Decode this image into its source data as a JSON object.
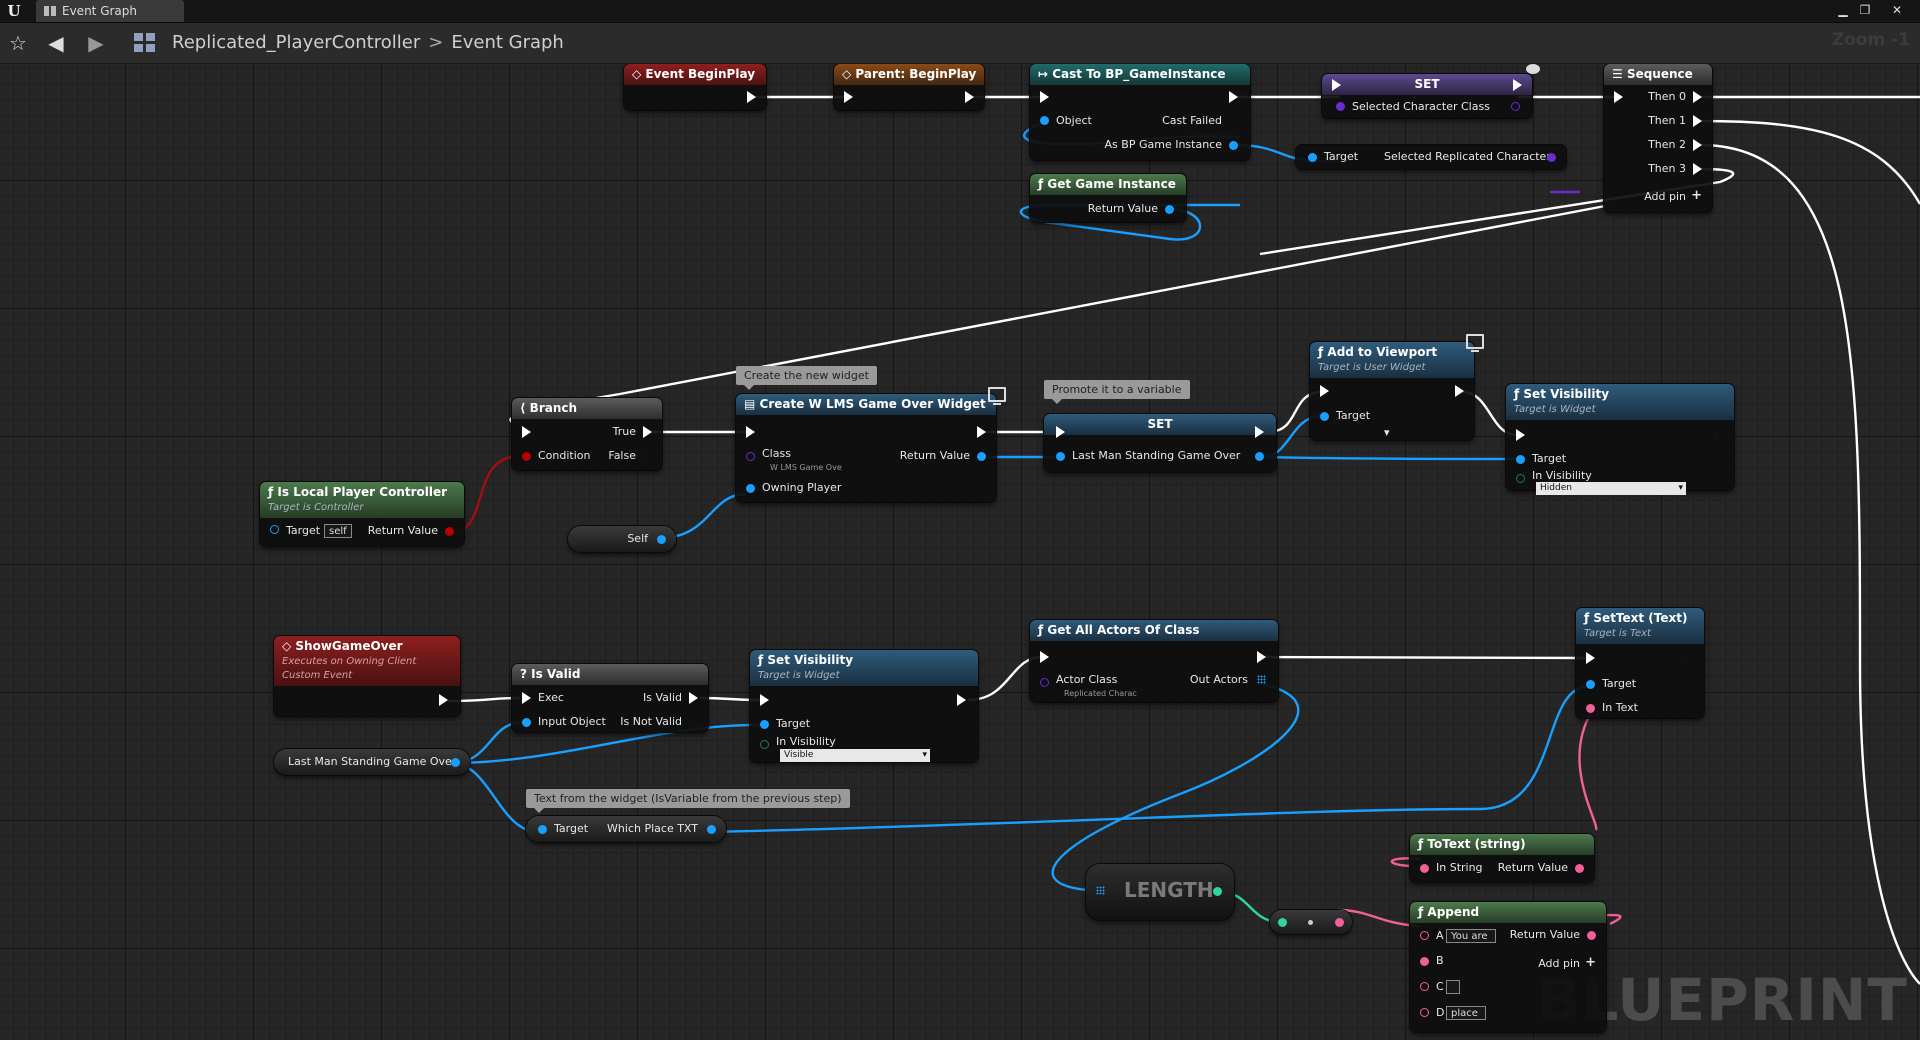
{
  "window": {
    "tab_label": "Event Graph",
    "logo": "U",
    "controls": [
      "minimize-icon",
      "restore-icon",
      "close-icon"
    ]
  },
  "toolbar": {
    "breadcrumb": [
      "Replicated_PlayerController",
      "Event Graph"
    ],
    "zoom": "Zoom -1",
    "icons": [
      "star-icon",
      "back-arrow-icon",
      "forward-arrow-icon",
      "graph-icon"
    ]
  },
  "watermark": "BLUEPRINT",
  "comments": {
    "create_widget": "Create the new widget",
    "promote": "Promote it to a variable",
    "text_from_widget": "Text from the widget (IsVariable from the previous step)"
  },
  "nodes": {
    "event_beginplay": {
      "title": "Event BeginPlay"
    },
    "parent_beginplay": {
      "title": "Parent: BeginPlay"
    },
    "cast": {
      "title": "Cast To BP_GameInstance",
      "object": "Object",
      "cast_failed": "Cast Failed",
      "as_bp": "As BP Game Instance"
    },
    "get_game_instance": {
      "title": "Get Game Instance",
      "return_value": "Return Value"
    },
    "set_top": {
      "title": "SET",
      "selected_class": "Selected Character Class",
      "target": "Target",
      "selected_replicated": "Selected Replicated Character"
    },
    "sequence": {
      "title": "Sequence",
      "then0": "Then 0",
      "then1": "Then 1",
      "then2": "Then 2",
      "then3": "Then 3",
      "add_pin": "Add pin"
    },
    "branch": {
      "title": "Branch",
      "true": "True",
      "false": "False",
      "condition": "Condition"
    },
    "is_local": {
      "title": "Is Local Player Controller",
      "subtitle": "Target is Controller",
      "target": "Target",
      "self": "self",
      "return_value": "Return Value"
    },
    "create_widget": {
      "title": "Create W LMS Game Over Widget",
      "class": "Class",
      "class_value": "W LMS Game Ove",
      "return_value": "Return Value",
      "owning_player": "Owning Player"
    },
    "self_node": {
      "label": "Self"
    },
    "set_mid": {
      "title": "SET",
      "var": "Last Man Standing Game Over"
    },
    "add_viewport": {
      "title": "Add to Viewport",
      "subtitle": "Target is User Widget",
      "target": "Target"
    },
    "set_vis_top": {
      "title": "Set Visibility",
      "subtitle": "Target is Widget",
      "target": "Target",
      "in_visibility": "In Visibility",
      "value": "Hidden"
    },
    "show_game_over": {
      "title": "ShowGameOver",
      "subtitle1": "Executes on Owning Client",
      "subtitle2": "Custom Event"
    },
    "is_valid": {
      "title": "Is Valid",
      "exec": "Exec",
      "is_valid": "Is Valid",
      "input_object": "Input Object",
      "is_not_valid": "Is Not Valid"
    },
    "lms_var": {
      "label": "Last Man Standing Game Over"
    },
    "set_vis_bottom": {
      "title": "Set Visibility",
      "subtitle": "Target is Widget",
      "target": "Target",
      "in_visibility": "In Visibility",
      "value": "Visible"
    },
    "get_all_actors": {
      "title": "Get All Actors Of Class",
      "actor_class": "Actor Class",
      "class_value": "Replicated Charac",
      "out_actors": "Out Actors"
    },
    "which_place": {
      "target": "Target",
      "value": "Which Place TXT"
    },
    "set_text": {
      "title": "SetText (Text)",
      "subtitle": "Target is Text",
      "target": "Target",
      "in_text": "In Text"
    },
    "length": {
      "title": "LENGTH"
    },
    "to_text": {
      "title": "ToText (string)",
      "in_string": "In String",
      "return_value": "Return Value"
    },
    "append": {
      "title": "Append",
      "a": "A",
      "a_value": "You are",
      "b": "B",
      "c": "C",
      "d": "D",
      "d_value": "place",
      "return_value": "Return Value",
      "add_pin": "Add pin"
    }
  }
}
